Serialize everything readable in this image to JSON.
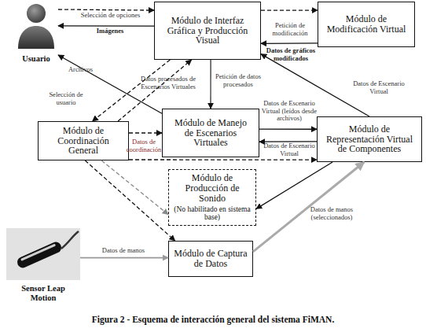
{
  "diagram": {
    "caption": "Figura 2 - Esquema de interacción general del sistema FiMAN.",
    "nodes": [
      {
        "text": [
          "Usuario"
        ]
      },
      {
        "text": [
          "Módulo de Interfaz Gráfica y Producción Visual"
        ]
      },
      {
        "text": [
          "Módulo de Modificación Virtual"
        ]
      },
      {
        "text": [
          "Módulo de Coordinación General"
        ]
      },
      {
        "text": [
          "Módulo de Manejo de Escenarios Virtuales"
        ]
      },
      {
        "text": [
          "Módulo de Representación Virtual de Componentes"
        ]
      },
      {
        "text": [
          "Módulo de Producción de Sonido",
          "(No habilitado en sistema base)"
        ]
      },
      {
        "text": [
          "Sensor Leap Motion"
        ]
      },
      {
        "text": [
          "Módulo de Captura de Datos"
        ]
      }
    ],
    "edges": [
      {
        "from": 0,
        "to": 1,
        "label": "Selección de opciones",
        "arrow": "to"
      },
      {
        "from": 1,
        "to": 0,
        "label": "Imágenes",
        "arrow": "to"
      },
      {
        "from": 1,
        "to": 2,
        "label": "Petición de modificación",
        "arrow": "to"
      },
      {
        "from": 2,
        "to": 1,
        "label": "Datos de gráficos modificados",
        "arrow": "to"
      },
      {
        "from": 4,
        "to": 0,
        "label": "Archivos",
        "arrow": "to"
      },
      {
        "from": 1,
        "to": 3,
        "label": "Selección de usuario",
        "arrow": "to"
      },
      {
        "from": 3,
        "to": 1,
        "label": "Datos procesados de Escenarios Virtuales",
        "arrow": "to"
      },
      {
        "from": 1,
        "to": 4,
        "label": "Petición de datos procesados",
        "arrow": "to"
      },
      {
        "from": 5,
        "to": 1,
        "label": "Datos de Escenario Virtual",
        "arrow": "to"
      },
      {
        "from": 4,
        "to": 5,
        "label": "Datos de Escenario Virtual (leídos desde archivos)",
        "arrow": "to"
      },
      {
        "from": 5,
        "to": 4,
        "label": "Datos de Escenario Virtual",
        "arrow": "to"
      },
      {
        "from": 3,
        "to": 4,
        "label": "Datos de coordinación",
        "arrow": "to"
      },
      {
        "from": 3,
        "to": 5,
        "arrow": "to"
      },
      {
        "from": 3,
        "to": 6,
        "arrow": "to"
      },
      {
        "from": 3,
        "to": 8,
        "arrow": "to"
      },
      {
        "from": 5,
        "to": 6,
        "arrow": "to"
      },
      {
        "from": 7,
        "to": 8,
        "label": "Datos de manos",
        "arrow": "to"
      },
      {
        "from": 8,
        "to": 5,
        "label": "Datos de manos (seleccionados)",
        "arrow": "to"
      }
    ]
  }
}
